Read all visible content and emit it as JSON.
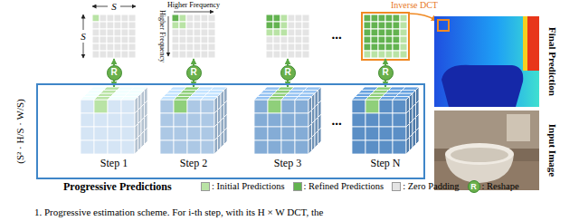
{
  "diagram": {
    "caption": "1. Progressive estimation scheme. For i-th step, with its H × W DCT, the",
    "nodes": [
      {
        "text": [
          "Progressive Predictions"
        ]
      },
      {
        "text": [
          "Step 1"
        ],
        "in": 0
      },
      {
        "text": [
          "Step 2"
        ],
        "in": 0
      },
      {
        "text": [
          "Step 3"
        ],
        "in": 0
      },
      {
        "text": [
          "Step N"
        ],
        "in": 0
      },
      {
        "text": [
          "R"
        ]
      },
      {
        "text": [
          "R"
        ]
      },
      {
        "text": [
          "R"
        ]
      },
      {
        "text": [
          "R"
        ]
      }
    ],
    "edges": [
      {
        "from": 5,
        "to": 1,
        "arrow": "to"
      },
      {
        "from": 6,
        "to": 2,
        "arrow": "to"
      },
      {
        "from": 7,
        "to": 3,
        "arrow": "to"
      },
      {
        "from": 8,
        "to": 4,
        "arrow": "to"
      }
    ],
    "labels": [
      "S",
      "S",
      "Higher Frequency",
      "Higher Frequency",
      "...",
      "Inverse DCT",
      "Final Prediction",
      "Input Image",
      "(S² · H/S · W/S)",
      "...",
      "R"
    ],
    "legend": [
      {
        "text": ": Initial Predictions",
        "color": "#b9e3a5"
      },
      {
        "text": ": Refined Predictions",
        "color": "#63b350"
      },
      {
        "text": ": Zero Padding",
        "color": "#e4e4e4"
      },
      {
        "text": ": Reshape"
      }
    ]
  }
}
